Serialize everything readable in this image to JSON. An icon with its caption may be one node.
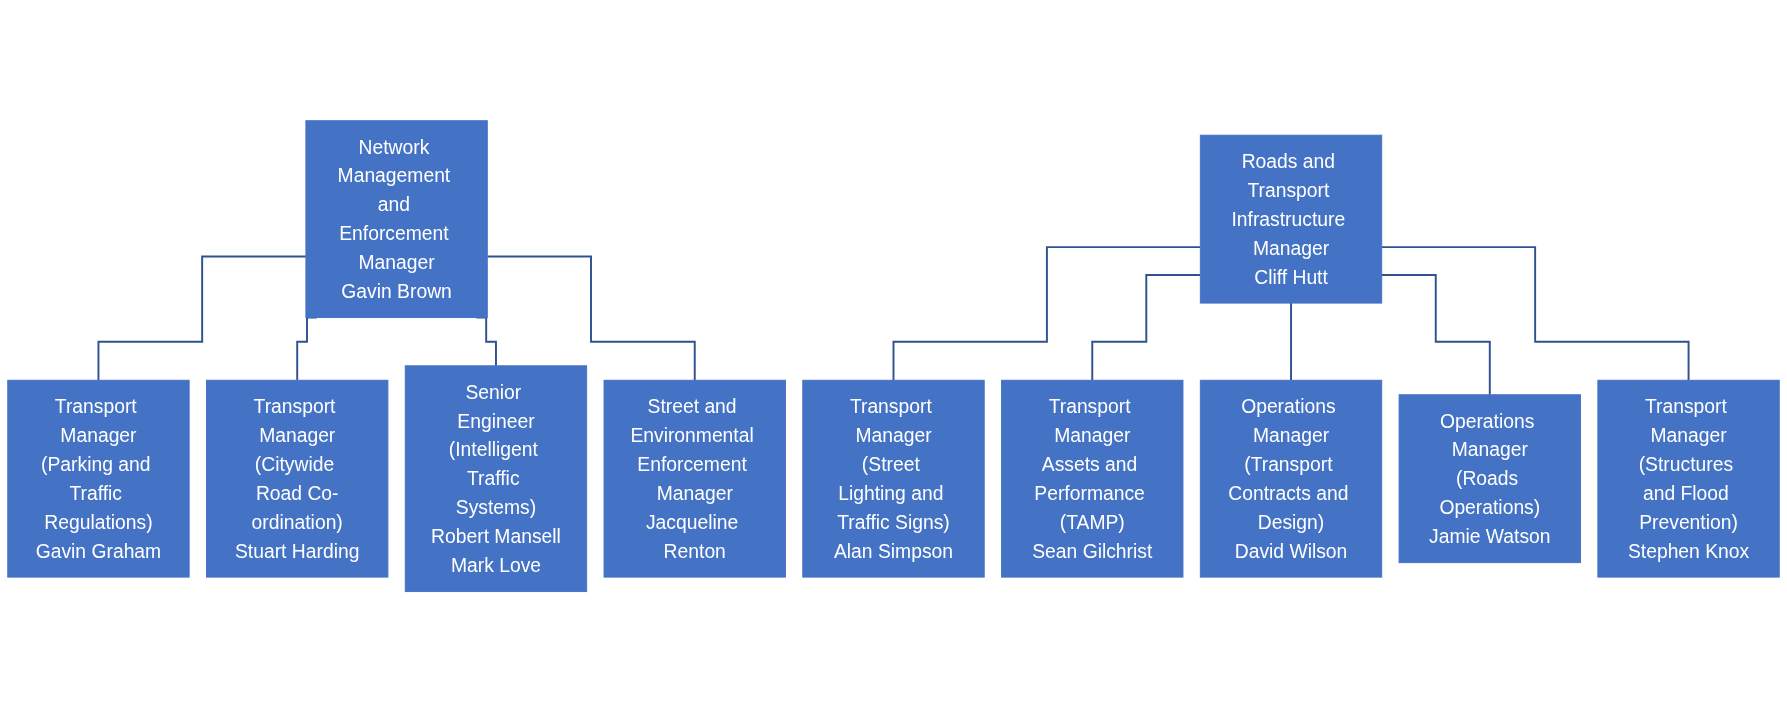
{
  "diagram": {
    "nodes": [
      {
        "text": [
          "Network Management and Enforcement Manager",
          "Gavin Brown"
        ]
      },
      {
        "text": [
          "Transport Manager",
          "(Parking and Traffic Regulations)",
          "Gavin Graham"
        ]
      },
      {
        "text": [
          "Transport Manager",
          "(Citywide Road Co-ordination)",
          "Stuart Harding"
        ]
      },
      {
        "text": [
          "Senior Engineer",
          "(Intelligent Traffic Systems)",
          "Robert Mansell",
          "Mark Love"
        ]
      },
      {
        "text": [
          "Street and Environmental Enforcement Manager",
          "Jacqueline Renton"
        ]
      },
      {
        "text": [
          "Roads and Transport Infrastructure Manager",
          "Cliff Hutt"
        ]
      },
      {
        "text": [
          "Transport Manager",
          "(Street Lighting and Traffic Signs)",
          "Alan Simpson"
        ]
      },
      {
        "text": [
          "Transport Manager",
          "Assets and Performance (TAMP)",
          "Sean Gilchrist"
        ]
      },
      {
        "text": [
          "Operations Manager",
          "(Transport Contracts and Design)",
          "David Wilson"
        ]
      },
      {
        "text": [
          "Operations Manager",
          "(Roads Operations)",
          "Jamie Watson"
        ]
      },
      {
        "text": [
          "Transport Manager",
          "(Structures and Flood Prevention)",
          "Stephen Knox"
        ]
      }
    ],
    "edges": [
      {
        "from": 0,
        "to": 1,
        "arrow": "none"
      },
      {
        "from": 0,
        "to": 2,
        "arrow": "none"
      },
      {
        "from": 0,
        "to": 3,
        "arrow": "none"
      },
      {
        "from": 0,
        "to": 4,
        "arrow": "none"
      },
      {
        "from": 5,
        "to": 6,
        "arrow": "none"
      },
      {
        "from": 5,
        "to": 7,
        "arrow": "none"
      },
      {
        "from": 5,
        "to": 8,
        "arrow": "none"
      },
      {
        "from": 5,
        "to": 9,
        "arrow": "none"
      },
      {
        "from": 5,
        "to": 10,
        "arrow": "none"
      }
    ]
  }
}
